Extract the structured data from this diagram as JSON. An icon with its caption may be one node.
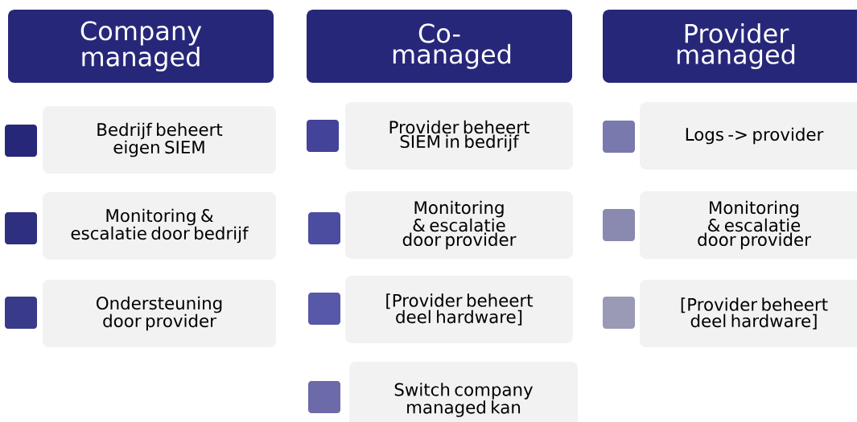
{
  "diagram": {
    "nodes": [
      {
        "text": [
          "Company managed"
        ]
      },
      {
        "text": [
          "Bedrijf beheert eigen SIEM"
        ]
      },
      {
        "text": [
          "Monitoring & escalatie door bedrijf"
        ]
      },
      {
        "text": [
          "Ondersteuning door provider"
        ]
      },
      {
        "text": [
          "Co-managed"
        ]
      },
      {
        "text": [
          "Provider beheert SIEM in bedrijf"
        ]
      },
      {
        "text": [
          "Monitoring & escalatie door provider"
        ]
      },
      {
        "text": [
          "[Provider beheert deel hardware]"
        ]
      },
      {
        "text": [
          "Switch company managed kan"
        ]
      },
      {
        "text": [
          "Provider managed"
        ]
      },
      {
        "text": [
          "Logs -> provider"
        ]
      },
      {
        "text": [
          "Monitoring & escalatie door provider"
        ]
      },
      {
        "text": [
          "[Provider beheert deel hardware]"
        ]
      }
    ]
  }
}
